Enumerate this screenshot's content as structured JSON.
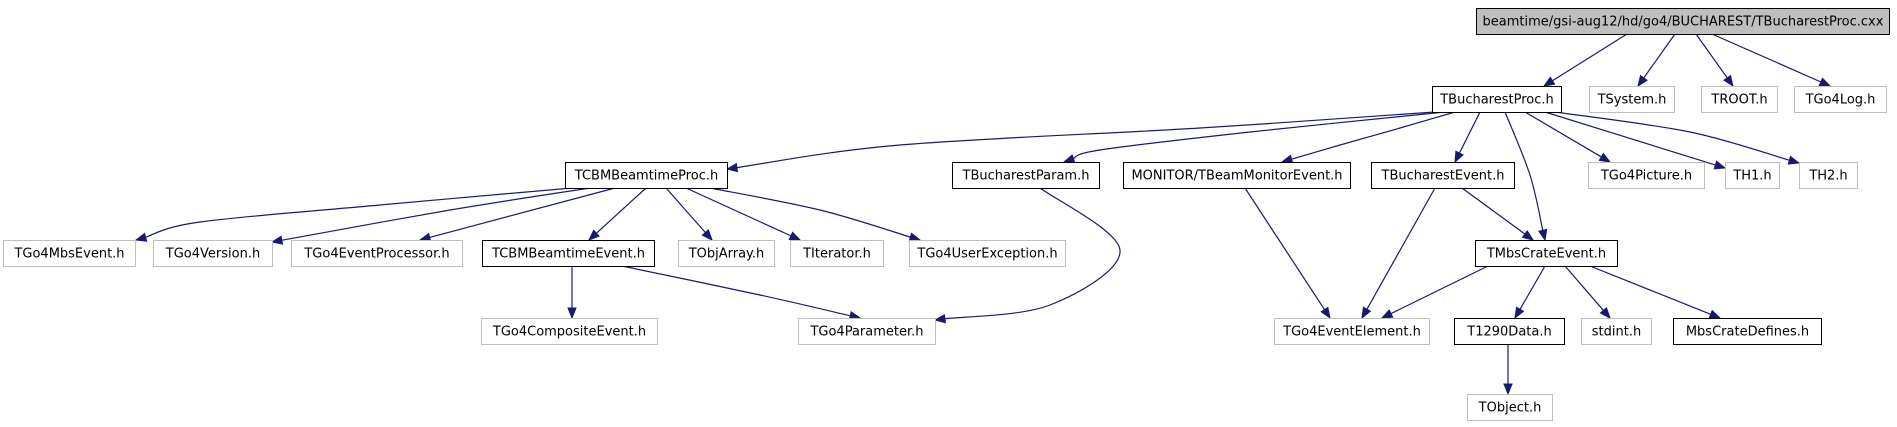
{
  "graph": {
    "nodes": [
      {
        "id": "root",
        "label": "beamtime/gsi-aug12/hd/go4/BUCHAREST/TBucharestProc.cxx",
        "kind": "root"
      },
      {
        "id": "tbucharestproc_h",
        "label": "TBucharestProc.h",
        "kind": "documented"
      },
      {
        "id": "tsystem_h",
        "label": "TSystem.h",
        "kind": "external"
      },
      {
        "id": "troot_h",
        "label": "TROOT.h",
        "kind": "external"
      },
      {
        "id": "tgo4log_h",
        "label": "TGo4Log.h",
        "kind": "external"
      },
      {
        "id": "tcbmbeamtimeproc_h",
        "label": "TCBMBeamtimeProc.h",
        "kind": "documented"
      },
      {
        "id": "tbucharestparam_h",
        "label": "TBucharestParam.h",
        "kind": "documented"
      },
      {
        "id": "monitor_h",
        "label": "MONITOR/TBeamMonitorEvent.h",
        "kind": "documented"
      },
      {
        "id": "tbucharestevent_h",
        "label": "TBucharestEvent.h",
        "kind": "documented"
      },
      {
        "id": "tgo4picture_h",
        "label": "TGo4Picture.h",
        "kind": "external"
      },
      {
        "id": "th1_h",
        "label": "TH1.h",
        "kind": "external"
      },
      {
        "id": "th2_h",
        "label": "TH2.h",
        "kind": "external"
      },
      {
        "id": "tgo4mbsevent_h",
        "label": "TGo4MbsEvent.h",
        "kind": "external"
      },
      {
        "id": "tgo4version_h",
        "label": "TGo4Version.h",
        "kind": "external"
      },
      {
        "id": "tgo4eventprocessor_h",
        "label": "TGo4EventProcessor.h",
        "kind": "external"
      },
      {
        "id": "tcbmbeamtimeevent_h",
        "label": "TCBMBeamtimeEvent.h",
        "kind": "documented"
      },
      {
        "id": "tobjarray_h",
        "label": "TObjArray.h",
        "kind": "external"
      },
      {
        "id": "titerator_h",
        "label": "TIterator.h",
        "kind": "external"
      },
      {
        "id": "tgo4userexception_h",
        "label": "TGo4UserException.h",
        "kind": "external"
      },
      {
        "id": "tmbscrateevent_h",
        "label": "TMbsCrateEvent.h",
        "kind": "documented"
      },
      {
        "id": "tgo4compositeevent_h",
        "label": "TGo4CompositeEvent.h",
        "kind": "external"
      },
      {
        "id": "tgo4parameter_h",
        "label": "TGo4Parameter.h",
        "kind": "external"
      },
      {
        "id": "tgo4eventelement_h",
        "label": "TGo4EventElement.h",
        "kind": "external"
      },
      {
        "id": "t1290data_h",
        "label": "T1290Data.h",
        "kind": "documented"
      },
      {
        "id": "stdint_h",
        "label": "stdint.h",
        "kind": "external"
      },
      {
        "id": "mbscratedefines_h",
        "label": "MbsCrateDefines.h",
        "kind": "documented"
      },
      {
        "id": "tobject_h",
        "label": "TObject.h",
        "kind": "external"
      }
    ],
    "edges": [
      {
        "from": "root",
        "to": "tbucharestproc_h"
      },
      {
        "from": "root",
        "to": "tsystem_h"
      },
      {
        "from": "root",
        "to": "troot_h"
      },
      {
        "from": "root",
        "to": "tgo4log_h"
      },
      {
        "from": "tbucharestproc_h",
        "to": "tcbmbeamtimeproc_h"
      },
      {
        "from": "tbucharestproc_h",
        "to": "tbucharestparam_h"
      },
      {
        "from": "tbucharestproc_h",
        "to": "monitor_h"
      },
      {
        "from": "tbucharestproc_h",
        "to": "tbucharestevent_h"
      },
      {
        "from": "tbucharestproc_h",
        "to": "tmbscrateevent_h"
      },
      {
        "from": "tbucharestproc_h",
        "to": "tgo4picture_h"
      },
      {
        "from": "tbucharestproc_h",
        "to": "th1_h"
      },
      {
        "from": "tbucharestproc_h",
        "to": "th2_h"
      },
      {
        "from": "tcbmbeamtimeproc_h",
        "to": "tgo4mbsevent_h"
      },
      {
        "from": "tcbmbeamtimeproc_h",
        "to": "tgo4version_h"
      },
      {
        "from": "tcbmbeamtimeproc_h",
        "to": "tgo4eventprocessor_h"
      },
      {
        "from": "tcbmbeamtimeproc_h",
        "to": "tcbmbeamtimeevent_h"
      },
      {
        "from": "tcbmbeamtimeproc_h",
        "to": "tobjarray_h"
      },
      {
        "from": "tcbmbeamtimeproc_h",
        "to": "titerator_h"
      },
      {
        "from": "tcbmbeamtimeproc_h",
        "to": "tgo4userexception_h"
      },
      {
        "from": "tcbmbeamtimeevent_h",
        "to": "tgo4compositeevent_h"
      },
      {
        "from": "tcbmbeamtimeevent_h",
        "to": "tgo4parameter_h"
      },
      {
        "from": "tbucharestparam_h",
        "to": "tgo4parameter_h"
      },
      {
        "from": "monitor_h",
        "to": "tgo4eventelement_h"
      },
      {
        "from": "tbucharestevent_h",
        "to": "tgo4eventelement_h"
      },
      {
        "from": "tbucharestevent_h",
        "to": "tmbscrateevent_h"
      },
      {
        "from": "tmbscrateevent_h",
        "to": "tgo4eventelement_h"
      },
      {
        "from": "tmbscrateevent_h",
        "to": "t1290data_h"
      },
      {
        "from": "tmbscrateevent_h",
        "to": "stdint_h"
      },
      {
        "from": "tmbscrateevent_h",
        "to": "mbscratedefines_h"
      },
      {
        "from": "t1290data_h",
        "to": "tobject_h"
      }
    ],
    "colors": {
      "edge": "#191970",
      "root_fill": "#bfbfbf",
      "documented_border": "#000000",
      "external_border": "#bfbfbf"
    }
  }
}
